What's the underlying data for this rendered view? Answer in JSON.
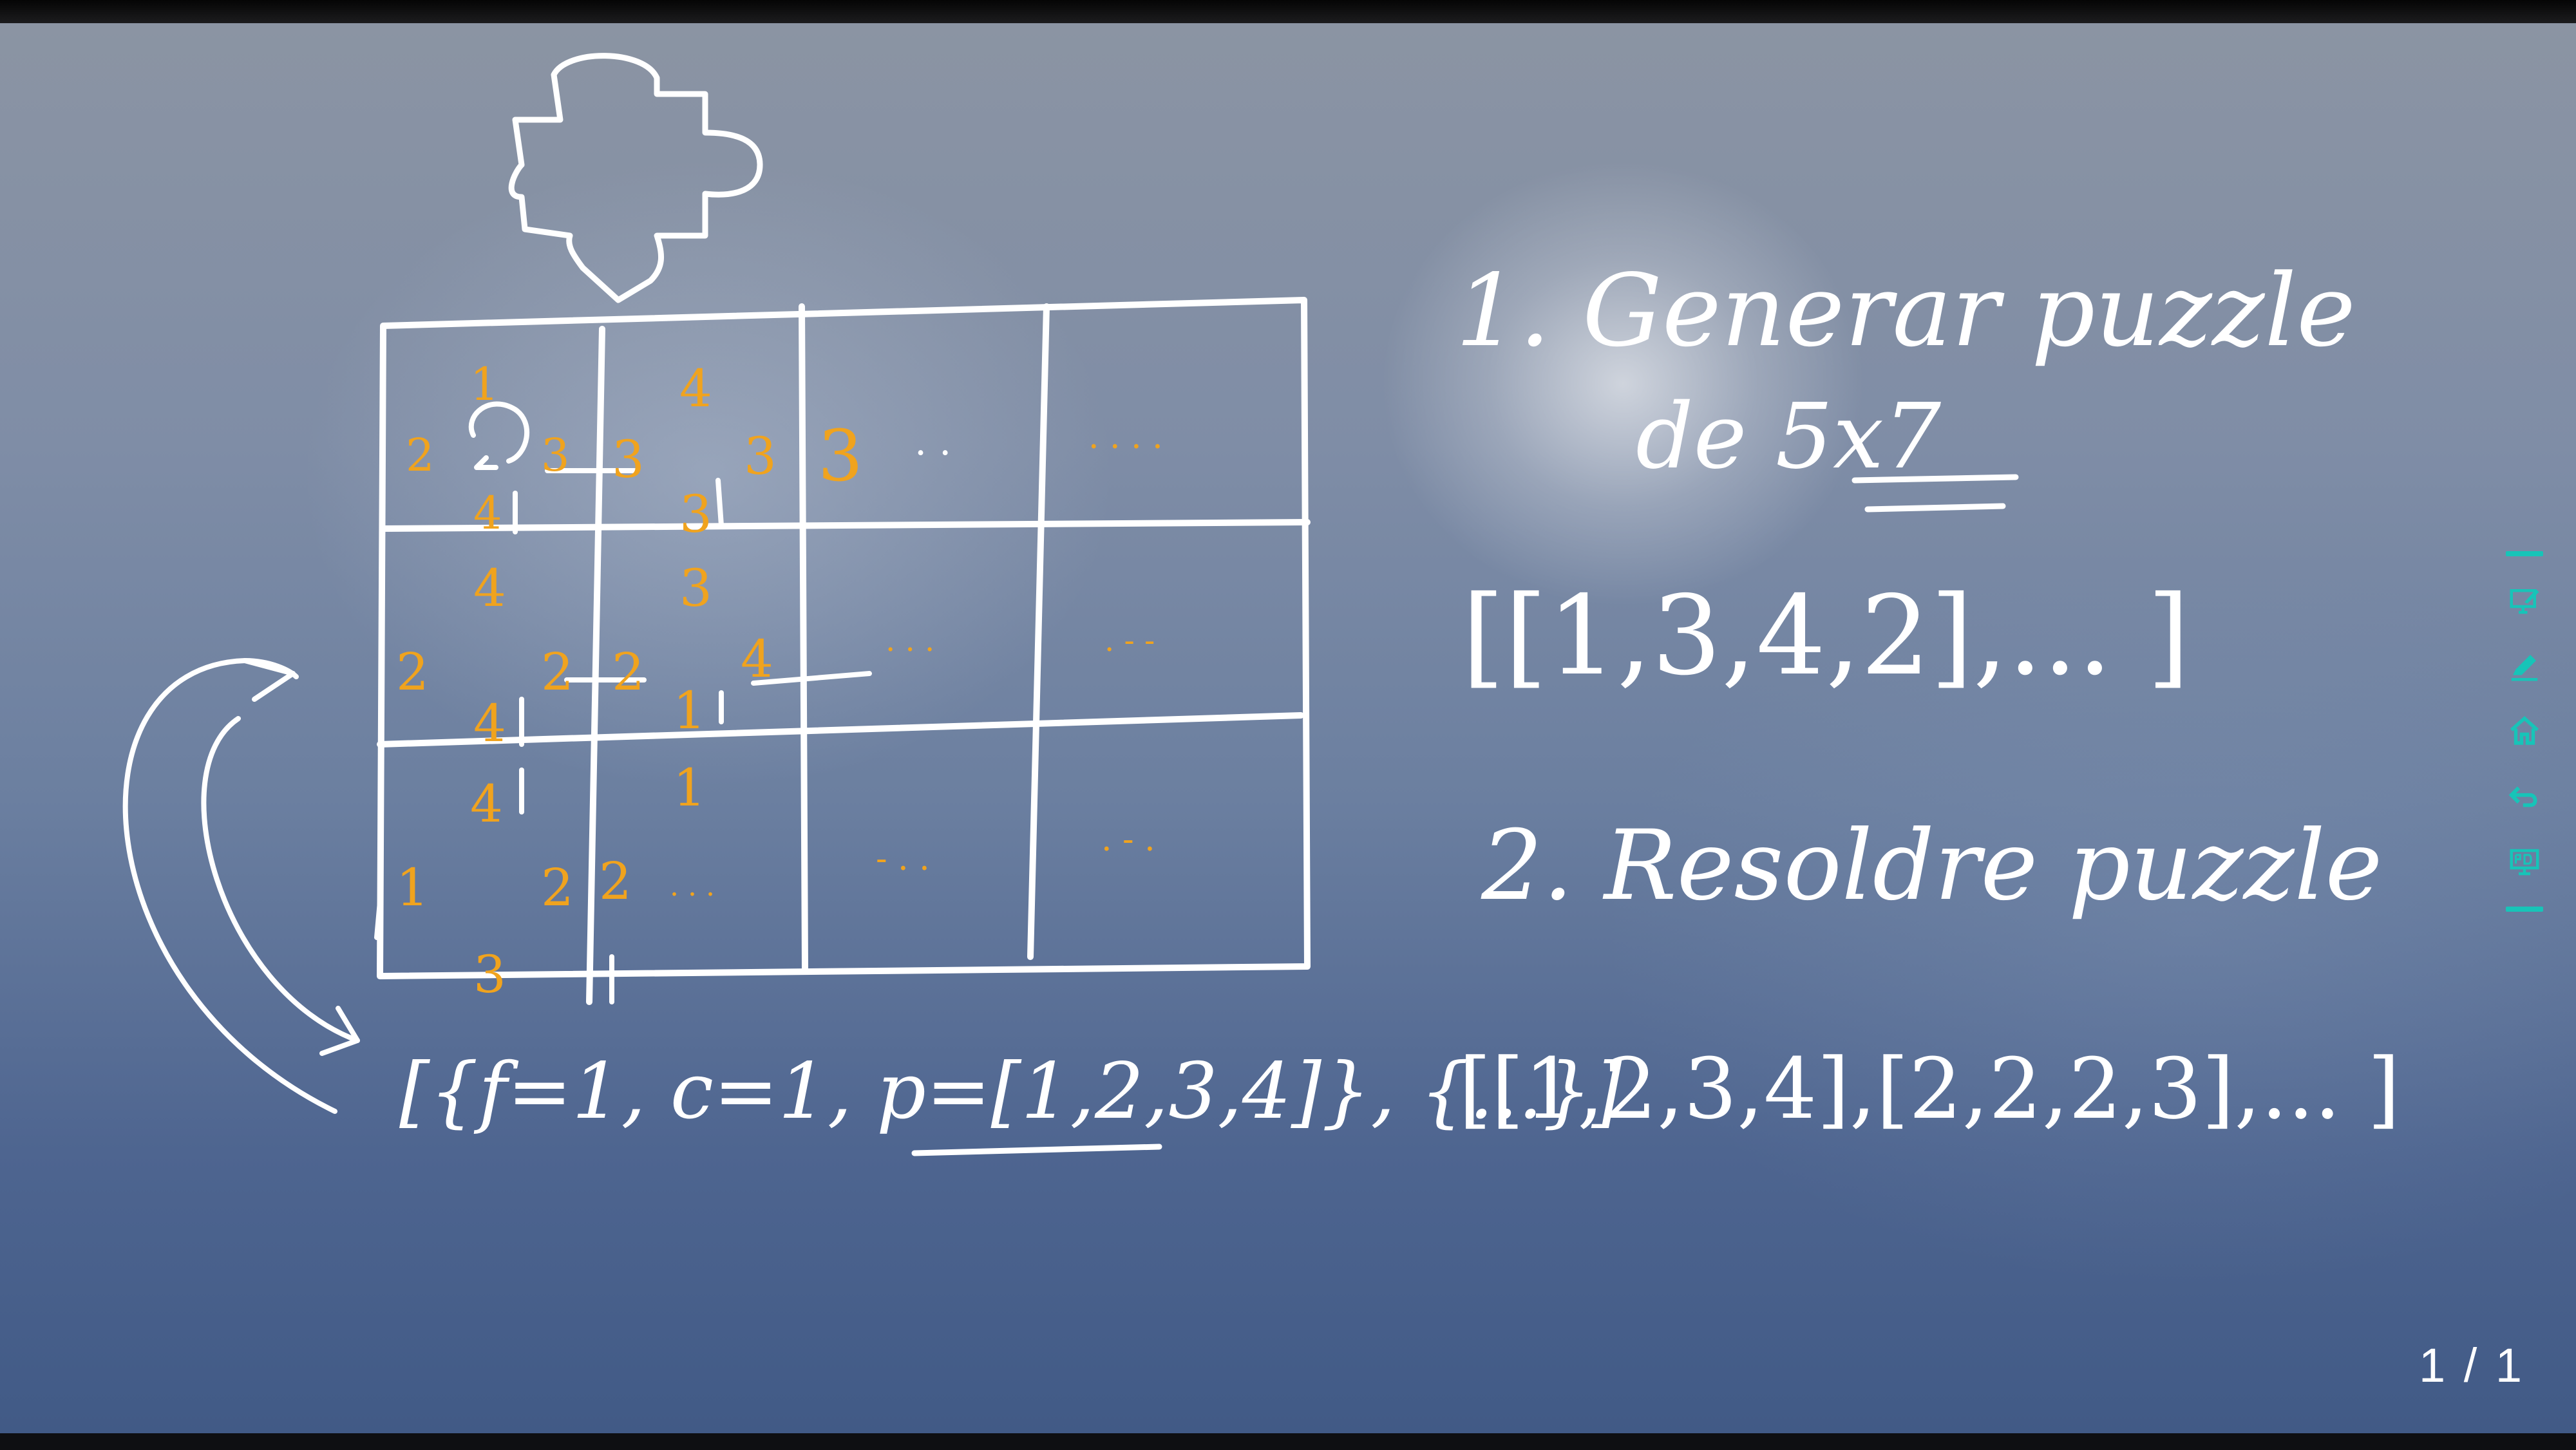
{
  "title_line1": "1. Generar puzzle",
  "title_line2": "de 5x7",
  "step1_array": "[[1,3,4,2],... ]",
  "step2_title": "2. Resoldre puzzle",
  "step2_array": "[[1,2,3,4],[2,2,2,3],... ]",
  "piece_list": "[{f=1, c=1, p=[1,2,3,4]}, {...}]",
  "grid": {
    "cell_r1c1": {
      "top": "1",
      "left": "2",
      "right": "3",
      "bottom": "4"
    },
    "cell_r1c2": {
      "top": "4",
      "left": "3",
      "right": "3",
      "bottom": "3"
    },
    "cell_r1c3": {
      "left": "3",
      "rest": ". ."
    },
    "cell_r1c4": {
      "rest": ". . . ."
    },
    "cell_r2c1": {
      "top": "4",
      "left": "2",
      "right": "2",
      "bottom": "4"
    },
    "cell_r2c2": {
      "top": "3",
      "left": "2",
      "right": "4",
      "bottom": "1"
    },
    "cell_r2c3": {
      "rest": ". . ."
    },
    "cell_r2c4": {
      "rest": ". - -"
    },
    "cell_r3c1": {
      "top": "4",
      "left": "1",
      "right": "2",
      "bottom": "3"
    },
    "cell_r3c2": {
      "top": "1",
      "left": "2",
      "rest": ". . ."
    },
    "cell_r3c3": {
      "rest": "- . ."
    },
    "cell_r3c4": {
      "rest": ". - ."
    }
  },
  "page_indicator": "1 / 1",
  "toolbar": {
    "items": [
      "annotate-screen-icon",
      "pen-icon",
      "home-icon",
      "back-icon",
      "pd-screen-icon"
    ],
    "accent": "#17c4b8"
  },
  "colors": {
    "ink_white": "#ffffff",
    "ink_orange": "#f0a31e"
  }
}
